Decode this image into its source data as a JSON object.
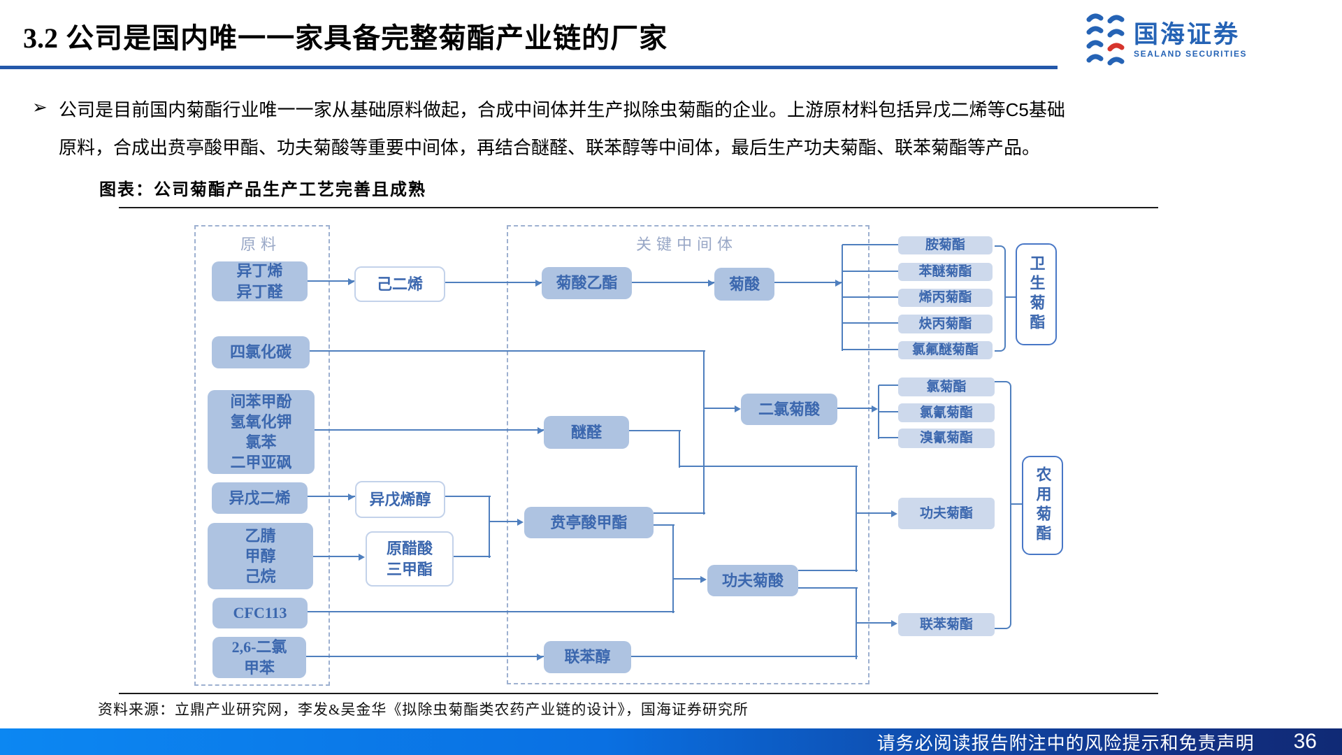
{
  "header": {
    "section_number": "3.2",
    "title": "公司是国内唯一一家具备完整菊酯产业链的厂家",
    "logo": {
      "cn": "国海证券",
      "en": "SEALAND SECURITIES"
    }
  },
  "body": {
    "bullet_marker": "➢",
    "paragraph": "公司是目前国内菊酯行业唯一一家从基础原料做起，合成中间体并生产拟除虫菊酯的企业。上游原材料包括异戊二烯等C5基础原料，合成出贲亭酸甲酯、功夫菊酸等重要中间体，再结合醚醛、联苯醇等中间体，最后生产功夫菊酯、联苯菊酯等产品。"
  },
  "figure": {
    "title": "图表：公司菊酯产品生产工艺完善且成熟",
    "source": "资料来源：立鼎产业研究网，李发&吴金华《拟除虫菊酯类农药产业链的设计》，国海证券研究所",
    "groups": {
      "raw": "原料",
      "intermediates": "关键中间体"
    },
    "nodes": {
      "isobutylene": {
        "label": "异丁烯\n异丁醛"
      },
      "carbon_tetrachloride": {
        "label": "四氯化碳"
      },
      "m_cresol_group": {
        "label": "间苯甲酚\n氢氧化钾\n氯苯\n二甲亚砜"
      },
      "isoprene": {
        "label": "异戊二烯"
      },
      "acetonitrile_group": {
        "label": "乙腈\n甲醇\n己烷"
      },
      "cfc113": {
        "label": "CFC113"
      },
      "dichlorotoluene": {
        "label": "2,6-二氯\n甲苯"
      },
      "hexadiene": {
        "label": "己二烯"
      },
      "prenol": {
        "label": "异戊烯醇"
      },
      "trimethyl_orthoacetate": {
        "label": "原醋酸\n三甲酯"
      },
      "ethyl_chrysanthemate": {
        "label": "菊酸乙酯"
      },
      "chrysanthemic_acid": {
        "label": "菊酸"
      },
      "dichloro_chrysanthemic_acid": {
        "label": "二氯菊酸"
      },
      "ether_aldehyde": {
        "label": "醚醛"
      },
      "pentenoate": {
        "label": "贲亭酸甲酯"
      },
      "kungfu_acid": {
        "label": "功夫菊酸"
      },
      "biphenyl_alcohol": {
        "label": "联苯醇"
      },
      "tetramethrin": {
        "label": "胺菊酯"
      },
      "phenothrin": {
        "label": "苯醚菊酯"
      },
      "allethrin": {
        "label": "烯丙菊酯"
      },
      "prallethrin": {
        "label": "炔丙菊酯"
      },
      "meperfluthrin": {
        "label": "氯氟醚菊酯"
      },
      "permethrin": {
        "label": "氯菊酯"
      },
      "cypermethrin": {
        "label": "氯氰菊酯"
      },
      "deltamethrin": {
        "label": "溴氰菊酯"
      },
      "lambda_cyhalothrin": {
        "label": "功夫菊酯"
      },
      "bifenthrin": {
        "label": "联苯菊酯"
      }
    },
    "categories": {
      "sanitary": "卫生菊酯",
      "agricultural": "农用菊酯"
    }
  },
  "footer": {
    "disclaimer": "请务必阅读报告附注中的风险提示和免责声明",
    "page_number": "36"
  },
  "colors": {
    "accent_blue": "#2458aa",
    "line_blue": "#4f7fbe",
    "node_fill": "#aec3e1",
    "node_fill_light": "#cdd9ec",
    "node_text": "#3b67ae",
    "dashed_border": "#9db0d0",
    "footer_gradient_left": "#0c87f2",
    "footer_gradient_right": "#102a75",
    "logo_blue": "#2563b5",
    "logo_red": "#d6342c"
  }
}
